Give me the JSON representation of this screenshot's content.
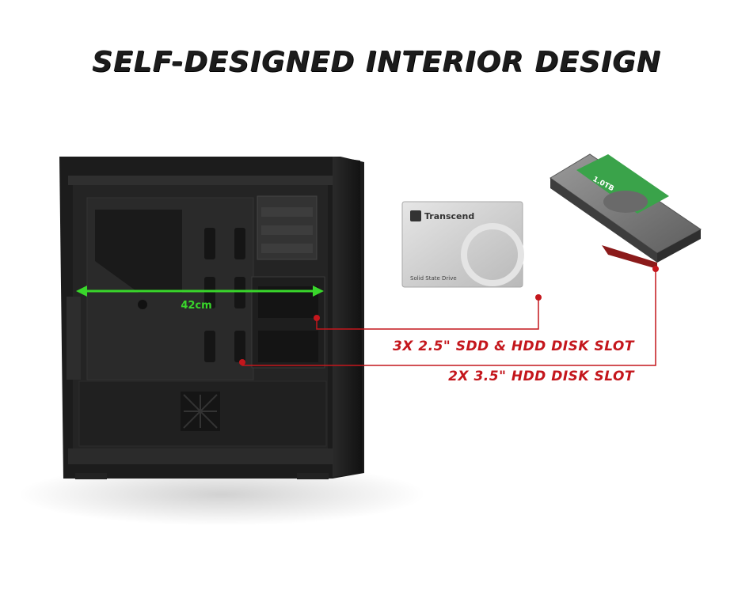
{
  "title": "SELF-DESIGNED INTERIOR DESIGN",
  "dimension_label": "42cm",
  "ssd": {
    "brand": "Transcend",
    "sub_label": "Solid State Drive"
  },
  "hdd": {
    "capacity_label": "1.0TB"
  },
  "callouts": [
    {
      "text": "3X 2.5\" SDD & HDD DISK SLOT"
    },
    {
      "text": "2X 3.5\" HDD DISK SLOT"
    }
  ],
  "colors": {
    "accent_red": "#c4161c",
    "measure_green": "#39d62b",
    "case_black": "#1a1a1a",
    "hdd_label_green": "#3aa34a"
  }
}
